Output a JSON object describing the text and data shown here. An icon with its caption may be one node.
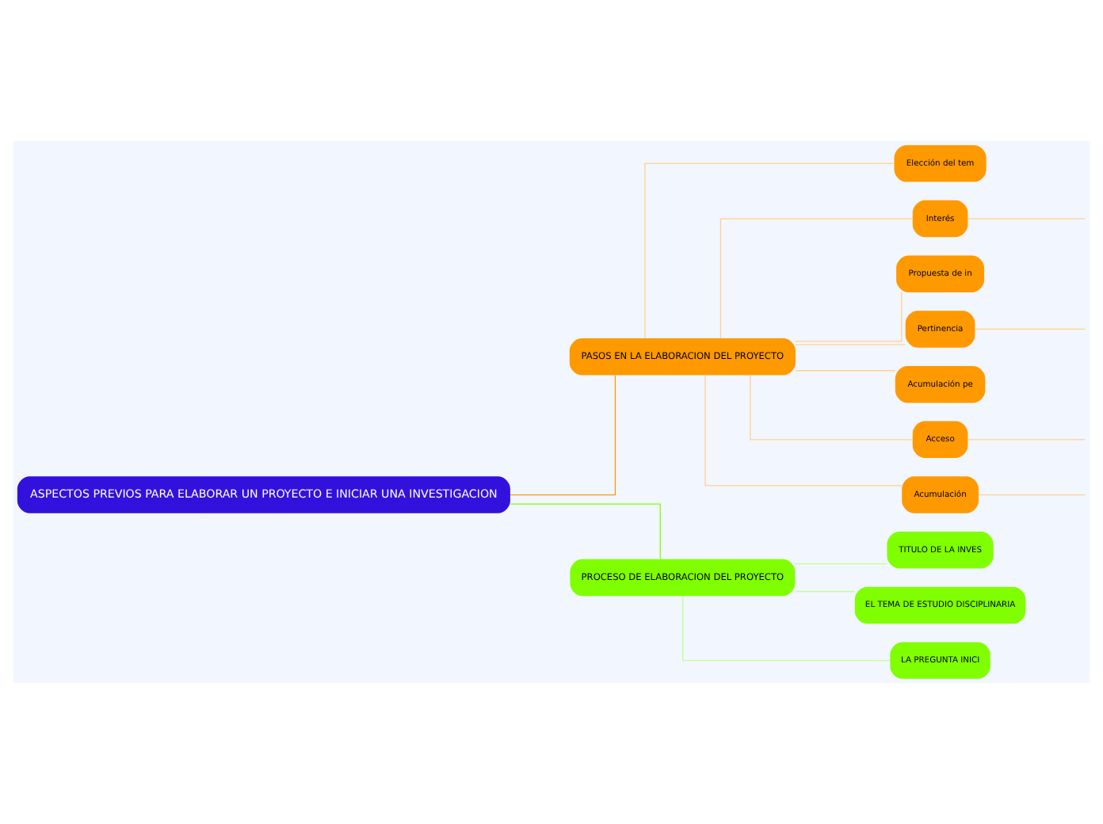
{
  "diagram": {
    "nodes": [
      {
        "text": [
          "ASPECTOS PREVIOS PARA ELABORAR UN PROYECTO E INICIAR UNA INVESTIGACION"
        ]
      },
      {
        "text": [
          "PASOS EN LA ELABORACION DEL PROYECTO"
        ]
      },
      {
        "text": [
          "Elección del tem"
        ]
      },
      {
        "text": [
          "Interés"
        ]
      },
      {
        "text": [
          "Propuesta de in"
        ]
      },
      {
        "text": [
          "Pertinencia"
        ]
      },
      {
        "text": [
          "Acumulación pe"
        ]
      },
      {
        "text": [
          "Acceso"
        ]
      },
      {
        "text": [
          "Acumulación"
        ]
      },
      {
        "text": [
          "PROCESO DE ELABORACION DEL PROYECTO"
        ]
      },
      {
        "text": [
          "TITULO DE LA INVES"
        ]
      },
      {
        "text": [
          "EL TEMA DE ESTUDIO DISCIPLINARIA"
        ]
      },
      {
        "text": [
          "LA PREGUNTA INICI"
        ]
      }
    ],
    "edges": [
      {
        "from": 0,
        "to": 1,
        "arrow": "none",
        "color": "#ff9900"
      },
      {
        "from": 1,
        "to": 2,
        "arrow": "none"
      },
      {
        "from": 1,
        "to": 3,
        "arrow": "none"
      },
      {
        "from": 1,
        "to": 4,
        "arrow": "none"
      },
      {
        "from": 1,
        "to": 5,
        "arrow": "none"
      },
      {
        "from": 1,
        "to": 6,
        "arrow": "none"
      },
      {
        "from": 1,
        "to": 7,
        "arrow": "none"
      },
      {
        "from": 1,
        "to": 8,
        "arrow": "none"
      },
      {
        "from": 3,
        "to": null,
        "arrow": "none"
      },
      {
        "from": 5,
        "to": null,
        "arrow": "none"
      },
      {
        "from": 7,
        "to": null,
        "arrow": "none"
      },
      {
        "from": 8,
        "to": null,
        "arrow": "none"
      },
      {
        "from": 0,
        "to": 9,
        "arrow": "none",
        "color": "#80ff00"
      },
      {
        "from": 9,
        "to": 10,
        "arrow": "none",
        "color": "#c0ff90"
      },
      {
        "from": 9,
        "to": 11,
        "arrow": "none",
        "color": "#c0ff90"
      },
      {
        "from": 9,
        "to": 12,
        "arrow": "none",
        "color": "#c0ff90"
      }
    ]
  }
}
